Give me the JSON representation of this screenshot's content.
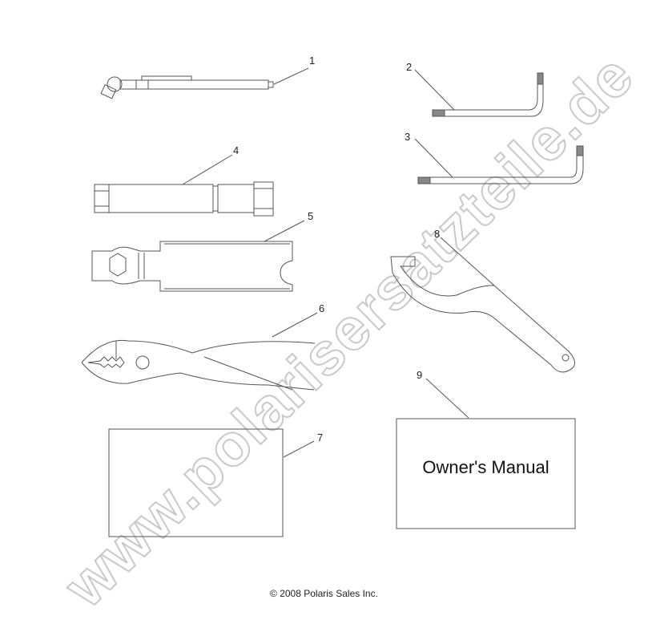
{
  "diagram": {
    "parts": [
      {
        "callout": "1",
        "description": "tire pressure gauge"
      },
      {
        "callout": "2",
        "description": "hex key (short)"
      },
      {
        "callout": "3",
        "description": "hex key (long)"
      },
      {
        "callout": "4",
        "description": "spark plug socket wrench"
      },
      {
        "callout": "5",
        "description": "open-end/hex wrench"
      },
      {
        "callout": "6",
        "description": "slip-joint pliers"
      },
      {
        "callout": "7",
        "description": "blank document / card"
      },
      {
        "callout": "8",
        "description": "spanner wrench"
      },
      {
        "callout": "9",
        "description": "owner's manual"
      }
    ],
    "manual_label": "Owner's Manual",
    "copyright": "© 2008 Polaris Sales Inc.",
    "watermark": "www.polarisersatzteile.de"
  },
  "colors": {
    "line": "#555555",
    "watermark_stroke": "#c9c9c9",
    "background": "#ffffff"
  }
}
